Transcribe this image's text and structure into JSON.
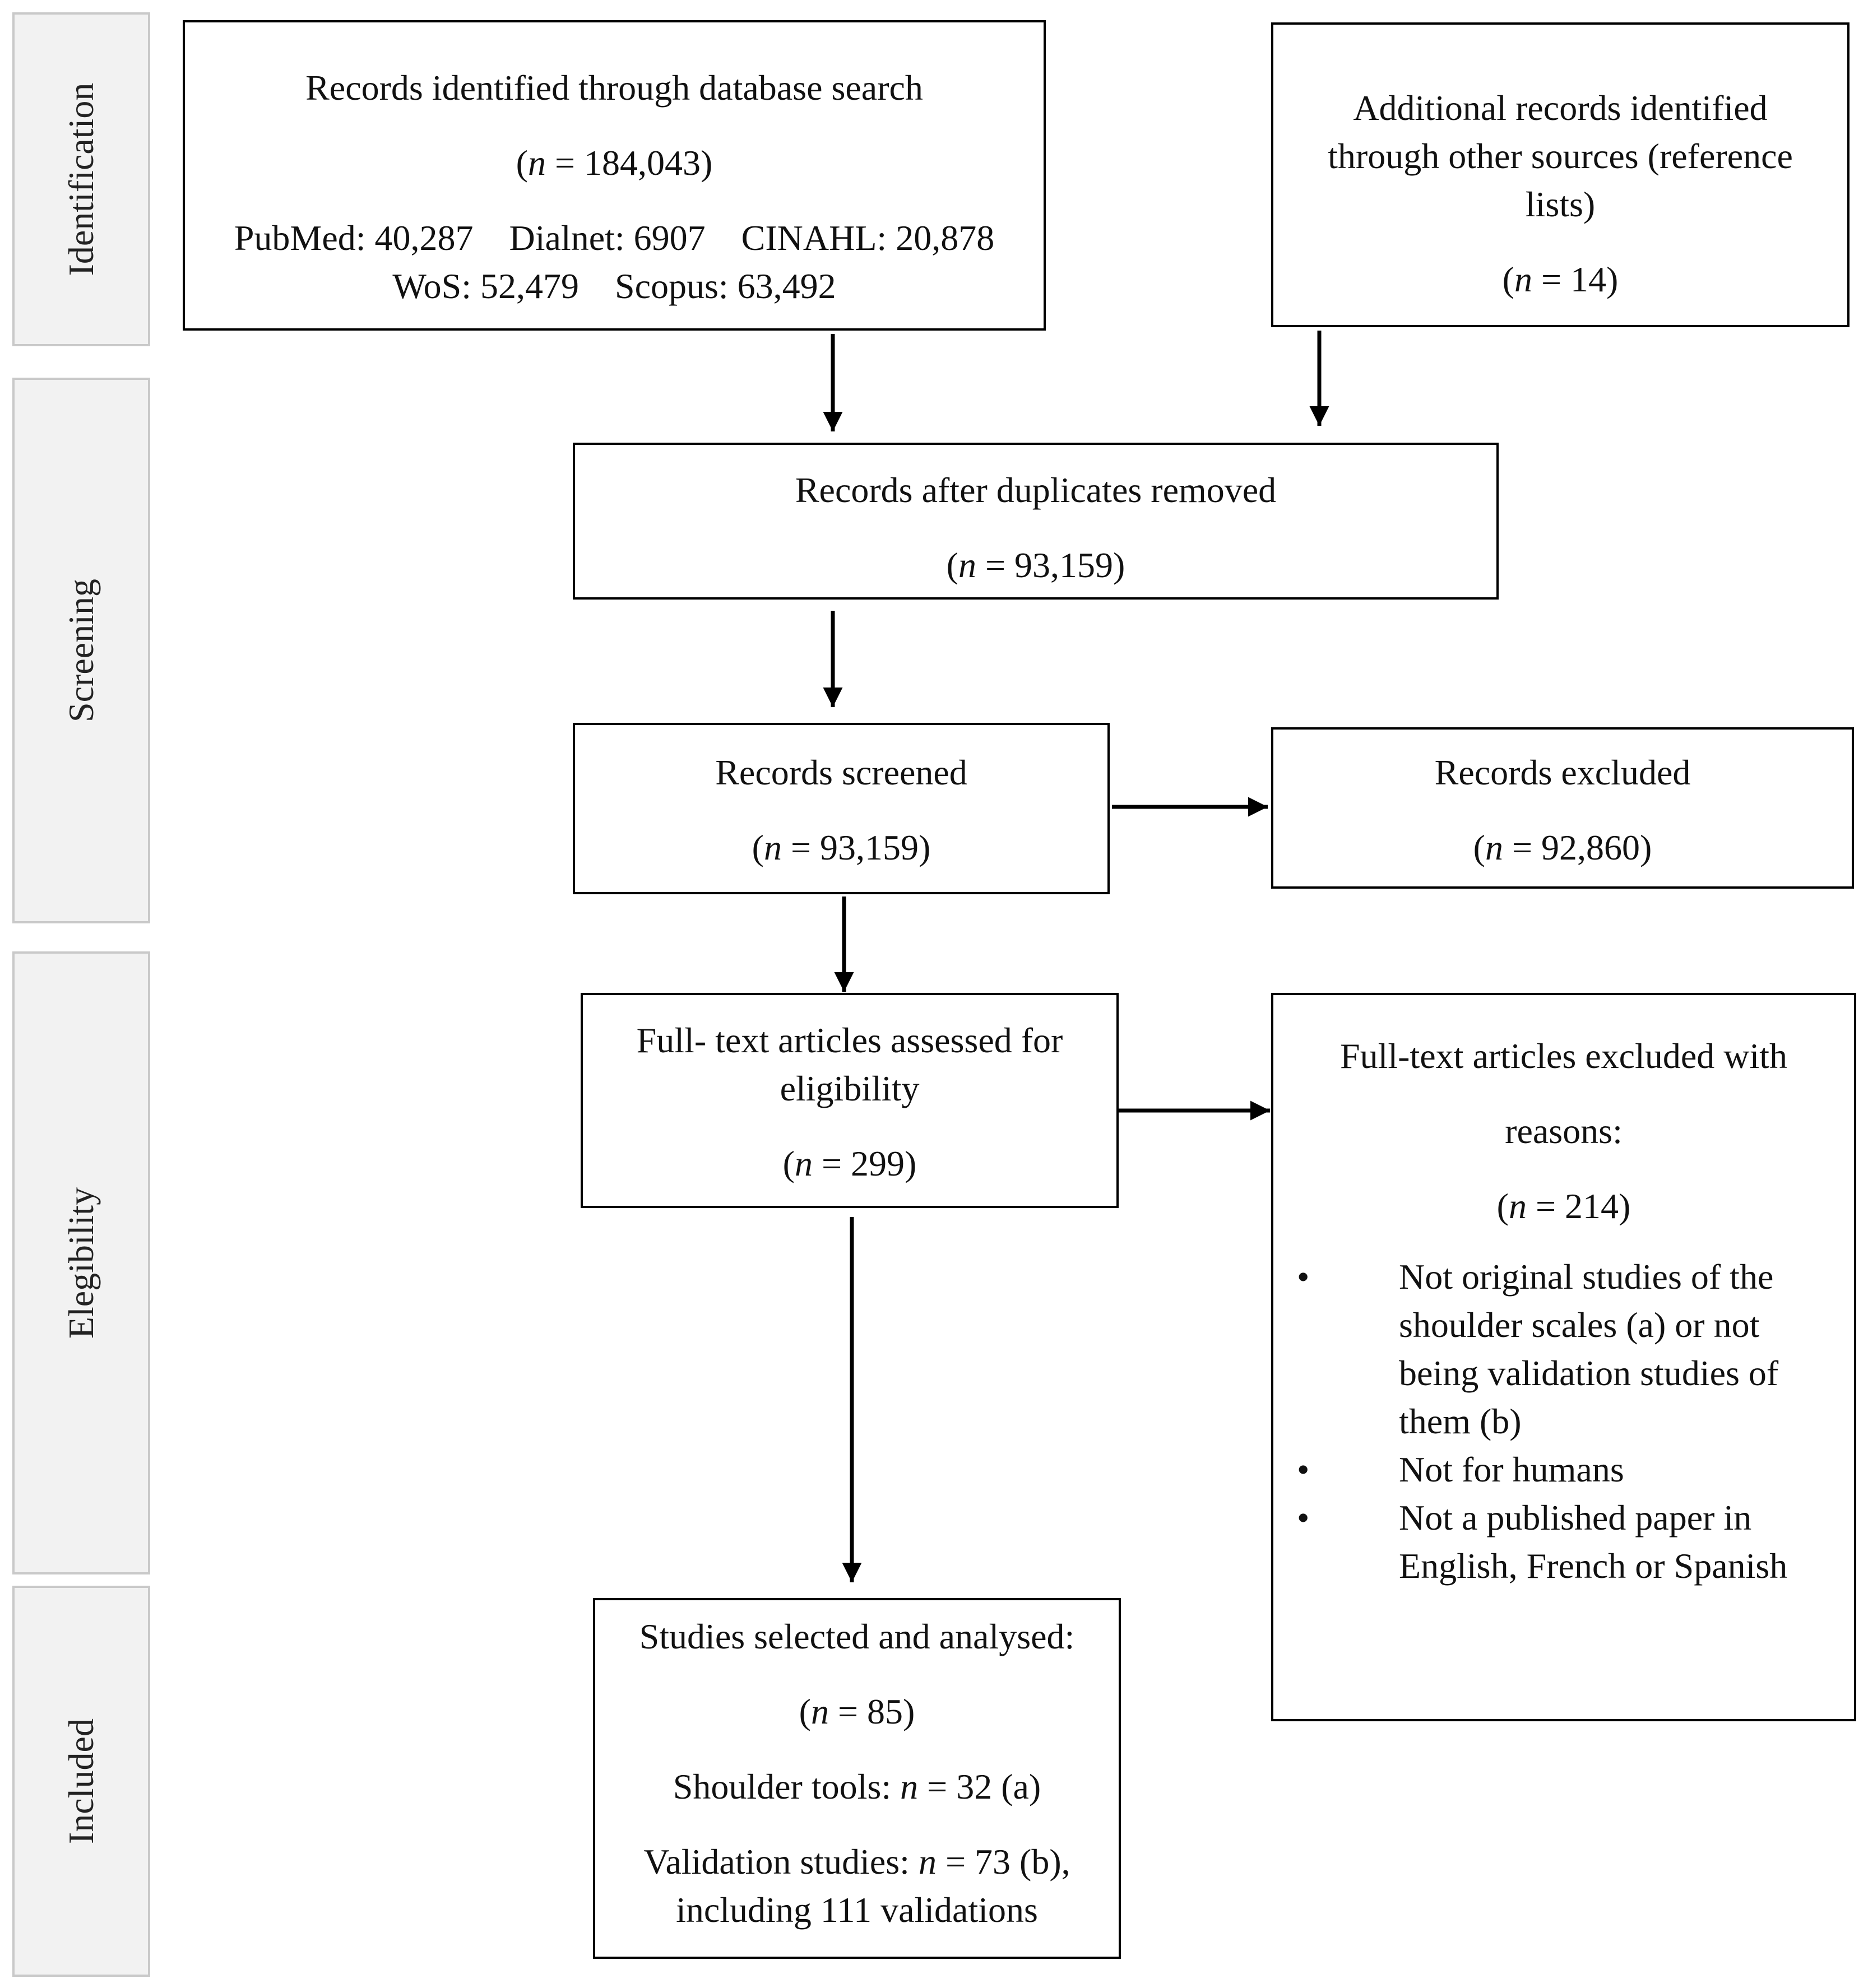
{
  "phases": {
    "identification": "Identification",
    "screening": "Screening",
    "eligibility": "Elegibility",
    "included": "Included"
  },
  "database_search": {
    "title": "Records identified through database search",
    "n_label": "n",
    "n_value": " = 184,043)",
    "line1": "PubMed: 40,287    Dialnet: 6907    CINAHL: 20,878",
    "line2": "WoS: 52,479    Scopus: 63,492"
  },
  "other_sources": {
    "line1": "Additional records identified",
    "line2": "through other sources (reference",
    "line3": "lists)",
    "n_label": "n",
    "n_value": " = 14)"
  },
  "duplicates_removed": {
    "title": "Records after duplicates removed",
    "n_label": "n",
    "n_value": " = 93,159)"
  },
  "screened": {
    "title": "Records screened",
    "n_label": "n",
    "n_value": " = 93,159)"
  },
  "excluded": {
    "title": "Records excluded",
    "n_label": "n",
    "n_value": " = 92,860)"
  },
  "fulltext_assessed": {
    "line1": "Full- text articles assessed for",
    "line2": "eligibility",
    "n_label": "n",
    "n_value": " = 299)"
  },
  "fulltext_excluded": {
    "line1": "Full-text articles excluded with",
    "line2": "reasons:",
    "n_label": "n",
    "n_value": " = 214)",
    "reasons": [
      [
        "Not original studies of the",
        "shoulder scales (a) or not",
        "being validation studies of",
        "them (b)"
      ],
      [
        "Not for humans"
      ],
      [
        "Not a published paper in",
        "English, French or Spanish"
      ]
    ]
  },
  "included_studies": {
    "title": "Studies selected and analysed:",
    "n_label": "n",
    "n_value": " = 85)",
    "tools_prefix": "Shoulder tools: ",
    "tools_n_label": "n",
    "tools_value": " = 32 (a)",
    "validation_prefix": "Validation studies: ",
    "validation_n_label": "n",
    "validation_value": " = 73 (b),",
    "validation_line2": "including 111 validations"
  }
}
